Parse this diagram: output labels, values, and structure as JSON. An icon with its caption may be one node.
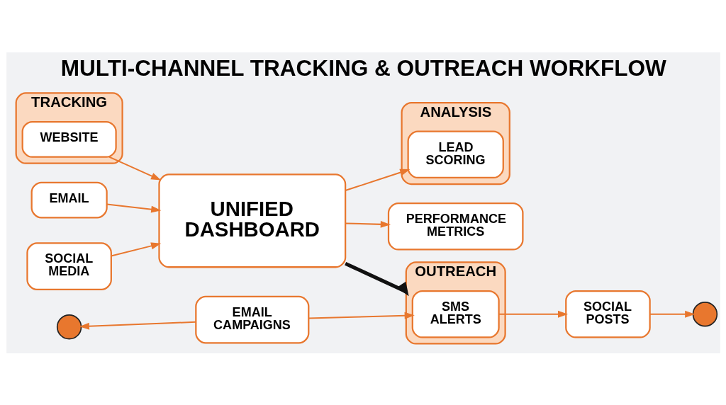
{
  "diagram": {
    "title": "MULTI-CHANNEL TRACKING & OUTREACH WORKFLOW",
    "nodes": [
      {
        "text": [
          "TRACKING"
        ]
      },
      {
        "text": [
          "WEBSITE"
        ],
        "in": 0
      },
      {
        "text": [
          "EMAIL"
        ]
      },
      {
        "text": [
          "SOCIAL MEDIA"
        ]
      },
      {
        "text": [
          "UNIFIED DASHBOARD"
        ]
      },
      {
        "text": [
          "ANALYSIS"
        ]
      },
      {
        "text": [
          "LEAD SCORING"
        ],
        "in": 5
      },
      {
        "text": [
          "PERFORMANCE METRICS"
        ]
      },
      {
        "text": [
          "OUTREACH"
        ]
      },
      {
        "text": [],
        "shape": "person"
      },
      {
        "text": [
          "EMAIL CAMPAIGNS"
        ]
      },
      {
        "text": [
          "SMS ALERTS"
        ],
        "in": 8
      },
      {
        "text": [
          "SOCIAL POSTS"
        ]
      },
      {
        "text": [],
        "shape": "person"
      }
    ],
    "edges": [
      {
        "from": 1,
        "to": 4,
        "arrow": "to"
      },
      {
        "from": 2,
        "to": 4,
        "arrow": "to"
      },
      {
        "from": 3,
        "to": 4,
        "arrow": "to"
      },
      {
        "from": 4,
        "to": 6,
        "arrow": "to"
      },
      {
        "from": 4,
        "to": 7,
        "arrow": "to"
      },
      {
        "from": 4,
        "to": 8,
        "arrow": "to",
        "style": "thick",
        "color": "#111111"
      },
      {
        "from": 10,
        "to": 9,
        "arrow": "to"
      },
      {
        "from": 10,
        "to": 11,
        "arrow": "to"
      },
      {
        "from": 11,
        "to": 12,
        "arrow": "to"
      },
      {
        "from": 12,
        "to": 13,
        "arrow": "to"
      }
    ]
  }
}
